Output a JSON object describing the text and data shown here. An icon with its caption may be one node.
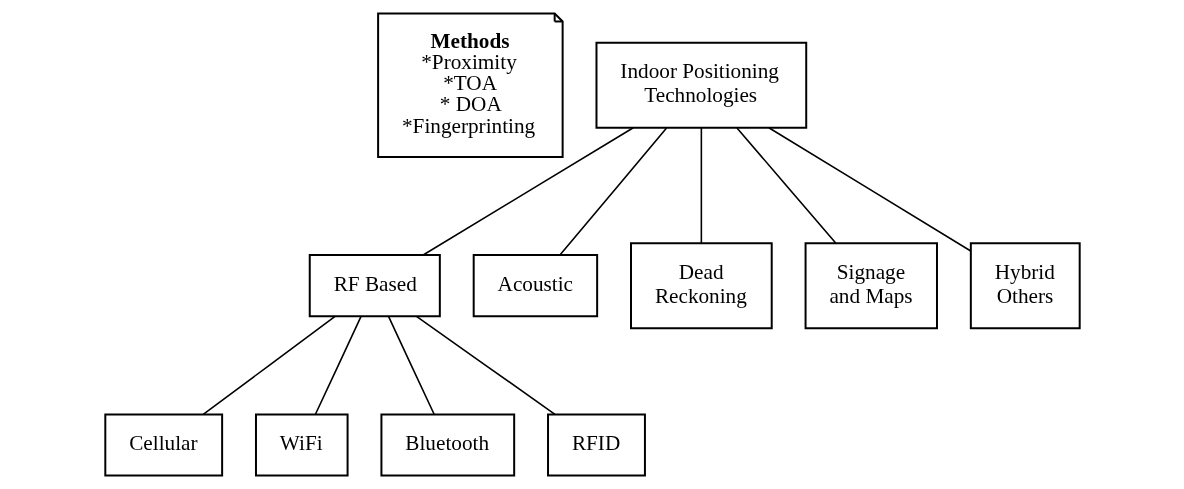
{
  "diagram": {
    "nodes": [
      {
        "text": [
          "Methods",
          "*Proximity",
          "*TOA",
          "* DOA",
          "*Fingerprinting"
        ]
      },
      {
        "text": [
          "Indoor Positioning Technologies"
        ]
      },
      {
        "text": [
          "RF Based"
        ]
      },
      {
        "text": [
          "Acoustic"
        ]
      },
      {
        "text": [
          "Dead Reckoning"
        ]
      },
      {
        "text": [
          "Signage and Maps"
        ]
      },
      {
        "text": [
          "Hybrid Others"
        ]
      },
      {
        "text": [
          "Cellular"
        ]
      },
      {
        "text": [
          "WiFi"
        ]
      },
      {
        "text": [
          "Bluetooth"
        ]
      },
      {
        "text": [
          "RFID"
        ]
      }
    ],
    "edges": [
      {
        "from": 1,
        "to": 2,
        "arrow": "none"
      },
      {
        "from": 1,
        "to": 3,
        "arrow": "none"
      },
      {
        "from": 1,
        "to": 4,
        "arrow": "none"
      },
      {
        "from": 1,
        "to": 5,
        "arrow": "none"
      },
      {
        "from": 1,
        "to": 6,
        "arrow": "none"
      },
      {
        "from": 2,
        "to": 7,
        "arrow": "none"
      },
      {
        "from": 2,
        "to": 8,
        "arrow": "none"
      },
      {
        "from": 2,
        "to": 9,
        "arrow": "none"
      },
      {
        "from": 2,
        "to": 10,
        "arrow": "none"
      }
    ]
  }
}
